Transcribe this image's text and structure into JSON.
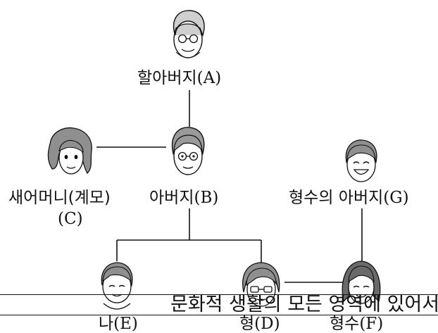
{
  "nodes": {
    "grandfather": {
      "label": "할아버지(A)",
      "icon": "elderly-man-glasses-icon"
    },
    "father": {
      "label": "아버지(B)",
      "icon": "man-glasses-icon"
    },
    "stepmother": {
      "label_line1": "새어머니(계모)",
      "label_line2": "(C)",
      "icon": "woman-curly-hair-icon"
    },
    "in_law_father": {
      "label": "형수의 아버지(G)",
      "icon": "smiling-man-icon"
    },
    "me": {
      "label": "나(E)",
      "icon": "boy-icon"
    },
    "older_brother": {
      "label": "형(D)",
      "icon": "young-man-glasses-icon"
    },
    "sister_in_law": {
      "label": "형수(F)",
      "icon": "young-woman-icon"
    }
  },
  "caption": "문화적 생활의 모든 영역에 있어서",
  "colors": {
    "line": "#111111",
    "face_fill": "#ffffff",
    "hair_fill": "#cfcfcf"
  }
}
